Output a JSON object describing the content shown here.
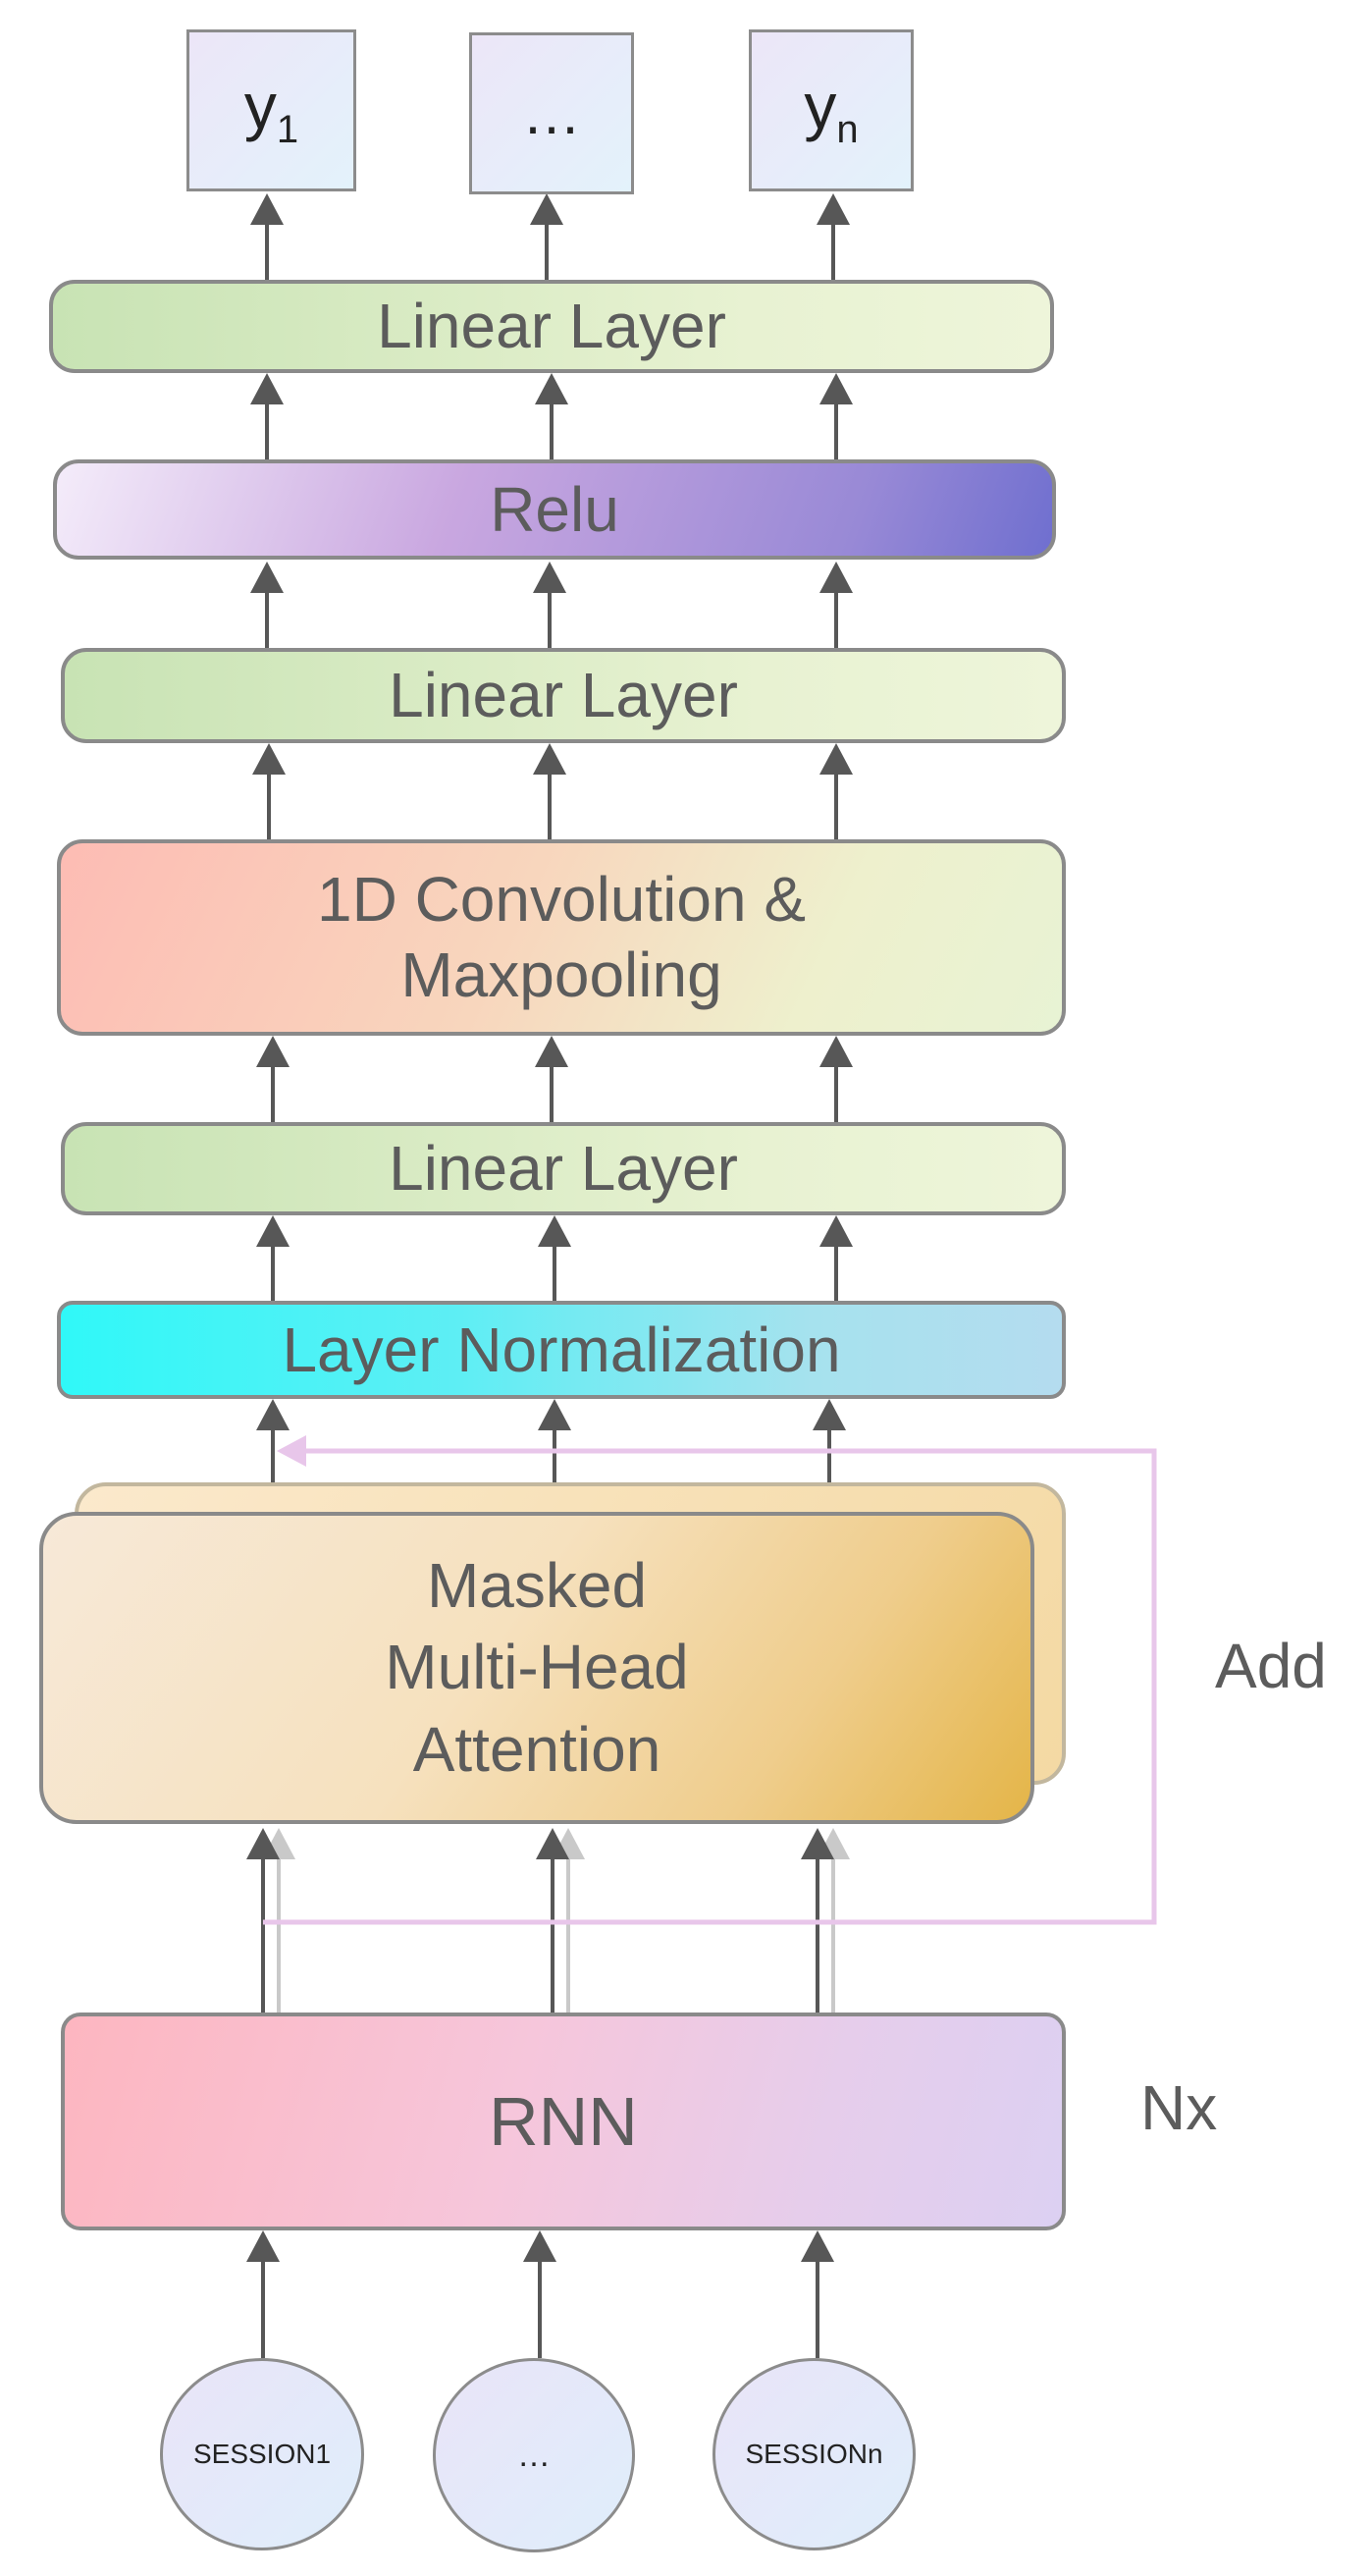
{
  "outputs": [
    {
      "label": "y",
      "sub": "1"
    },
    {
      "label": "…",
      "sub": ""
    },
    {
      "label": "y",
      "sub": "n"
    }
  ],
  "layers": {
    "linear_top": "Linear Layer",
    "relu": "Relu",
    "linear_mid": "Linear Layer",
    "conv": "1D Convolution &\nMaxpooling",
    "linear_low": "Linear Layer",
    "layernorm": "Layer Normalization",
    "attention": "Masked\nMulti-Head\nAttention",
    "rnn": "RNN"
  },
  "side_labels": {
    "add": "Add",
    "nx": "Nx"
  },
  "inputs": [
    "SESSION1",
    "…",
    "SESSIONn"
  ],
  "colors": {
    "arrow": "#575757",
    "residual": "#e8c6ea",
    "border": "#8a8a8a"
  }
}
